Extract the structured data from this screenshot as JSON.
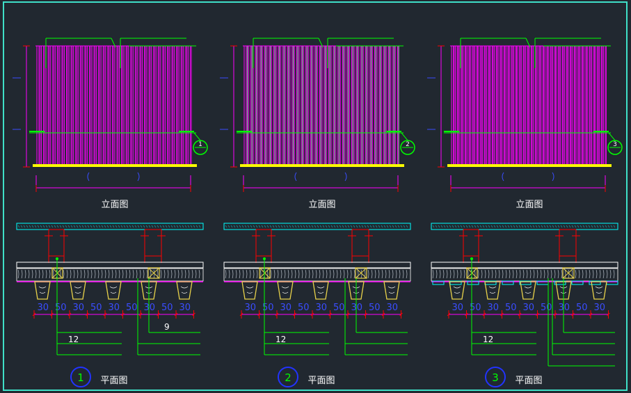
{
  "colors": {
    "background": "#212830",
    "frame": "#3fe0c8",
    "slat": "#ff00ff",
    "slat_inner": "#d8b6e8",
    "floor": "#ffff00",
    "leader": "#00ff00",
    "dim_line": "#ff00ff",
    "dim_tick": "#ff0000",
    "dim_text": "#3a4dff",
    "red": "#ff0000",
    "beam": "#e8d24a",
    "deck": "#00ffff",
    "blue_circle": "#2233ff"
  },
  "panels": [
    {
      "elevation_title": "立面图",
      "plan_title": "平面图",
      "marker": "1",
      "marker_bottom": "—",
      "slat_count": 34,
      "dims": [
        "30",
        "50",
        "30",
        "50",
        "30",
        "50",
        "30",
        "50",
        "30"
      ],
      "notes": [
        "12",
        "9"
      ],
      "has_cyan_tiles": false
    },
    {
      "elevation_title": "立面图",
      "plan_title": "平面图",
      "marker": "2",
      "marker_bottom": "—",
      "slat_count": 34,
      "dims": [
        "30",
        "50",
        "30",
        "50",
        "30",
        "50",
        "30",
        "50",
        "30"
      ],
      "notes": [
        "12",
        ""
      ],
      "has_cyan_tiles": false
    },
    {
      "elevation_title": "立面图",
      "plan_title": "平面图",
      "marker": "3",
      "marker_bottom": "—",
      "slat_count": 40,
      "dims": [
        "30",
        "50",
        "30",
        "50",
        "30",
        "50",
        "30",
        "50",
        "30"
      ],
      "notes": [
        "12",
        ""
      ],
      "has_cyan_tiles": true
    }
  ]
}
